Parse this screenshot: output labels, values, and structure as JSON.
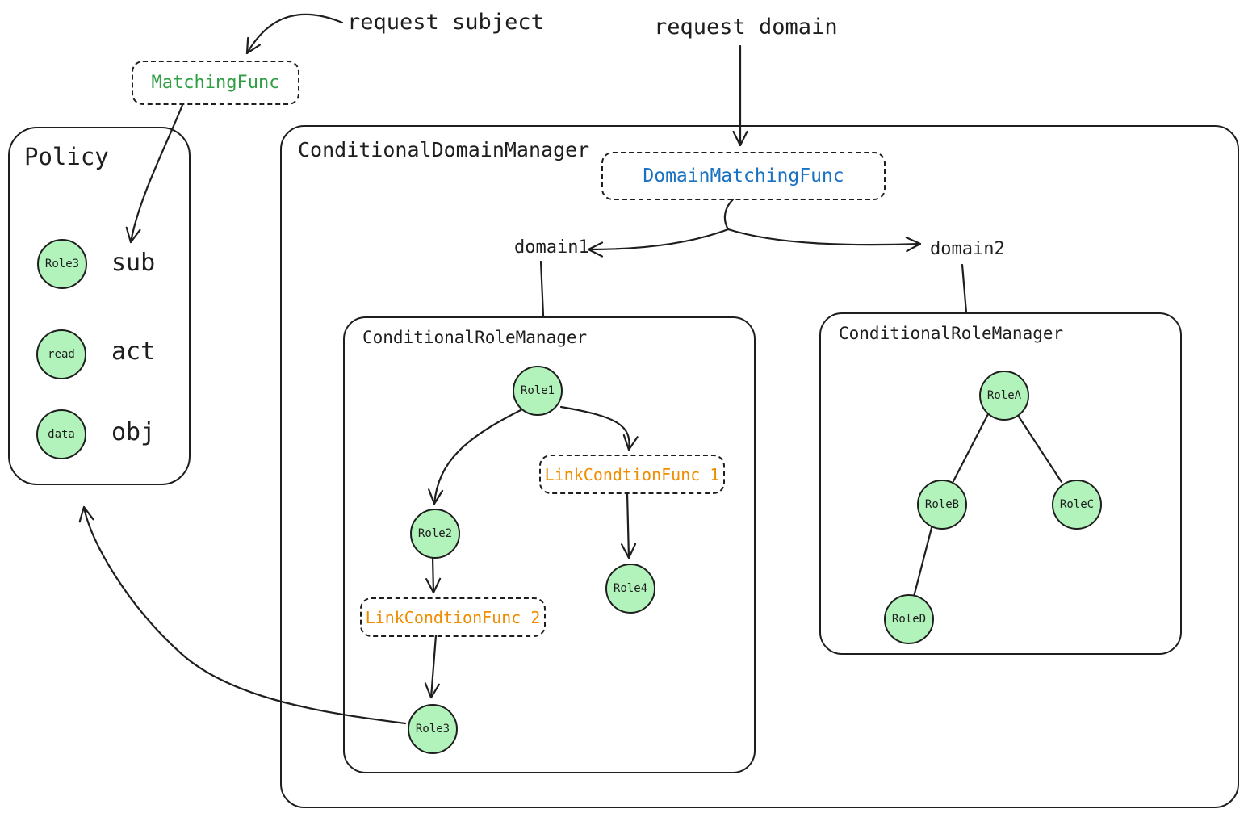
{
  "colors": {
    "stroke": "#1e1e1e",
    "node_fill": "#b2f2bb",
    "matching_func_text": "#2f9e44",
    "domain_matching_func_text": "#1971c2",
    "link_condition_func_text": "#f08c00"
  },
  "annotations": {
    "request_subject": "request subject",
    "request_domain": "request domain"
  },
  "domains": {
    "domain1": "domain1",
    "domain2": "domain2"
  },
  "funcs": {
    "matching": "MatchingFunc",
    "domain_matching": "DomainMatchingFunc",
    "link_condition_1": "LinkCondtionFunc_1",
    "link_condition_2": "LinkCondtionFunc_2"
  },
  "policy": {
    "title": "Policy",
    "rows": [
      {
        "node": "Role3",
        "label": "sub"
      },
      {
        "node": "read",
        "label": "act"
      },
      {
        "node": "data",
        "label": "obj"
      }
    ]
  },
  "domain_manager": {
    "title": "ConditionalDomainManager"
  },
  "role_manager_domain1": {
    "title": "ConditionalRoleManager",
    "nodes": {
      "n1": "Role1",
      "n2": "Role2",
      "n3": "Role3",
      "n4": "Role4"
    }
  },
  "role_manager_domain2": {
    "title": "ConditionalRoleManager",
    "nodes": {
      "a": "RoleA",
      "b": "RoleB",
      "c": "RoleC",
      "d": "RoleD"
    }
  }
}
